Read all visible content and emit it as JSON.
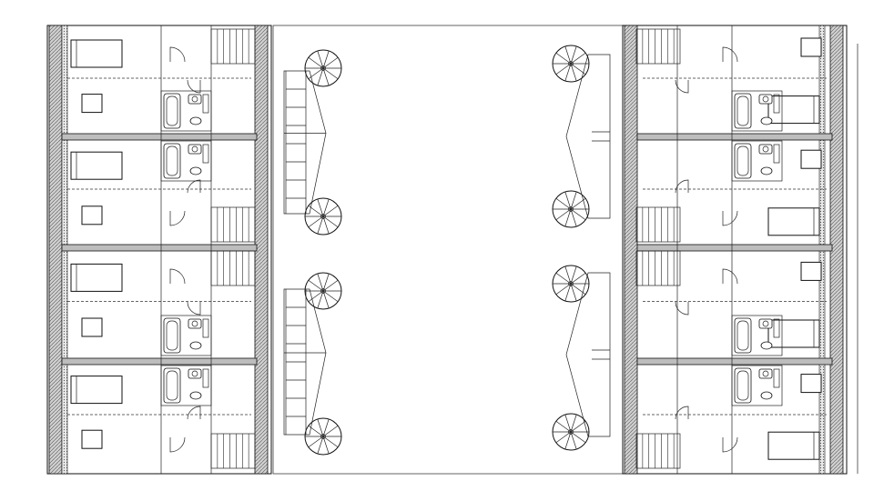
{
  "drawing": {
    "type": "architectural-floor-plan",
    "blocks": 2,
    "units_per_block": 8,
    "spiral_stairs": 8,
    "line_color": "#111111",
    "wall_fill": "#bdbdbd",
    "background": "#ffffff"
  }
}
